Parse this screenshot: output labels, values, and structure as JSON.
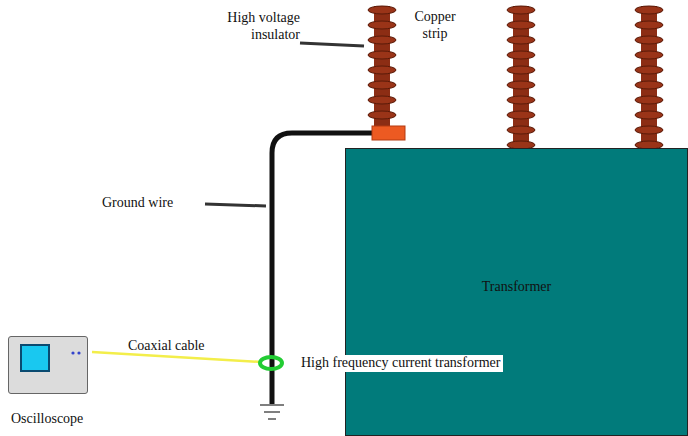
{
  "diagram": {
    "nodes": [
      {
        "text": [
          "Transformer"
        ]
      },
      {
        "text": [
          "Oscilloscope"
        ]
      }
    ],
    "labels": [
      "High voltage insulator",
      "Copper strip",
      "Ground wire",
      "Coaxial cable",
      "High frequency current transformer"
    ]
  }
}
